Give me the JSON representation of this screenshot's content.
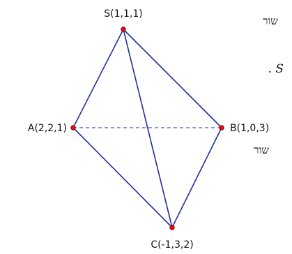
{
  "diagram": {
    "vertices": {
      "S": "S(1,1,1)",
      "A": "A(2,2,1)",
      "B": "B(1,0,3)",
      "C": "C(-1,3,2)"
    },
    "side_text": {
      "line1": "שור",
      "line2": ". S",
      "line3": "שור"
    },
    "colors": {
      "edge": "#1f2f9a",
      "hidden_edge": "#1f2f9a",
      "vertex_dot": "#e01010",
      "vertex_outline": "#7a0000"
    }
  }
}
